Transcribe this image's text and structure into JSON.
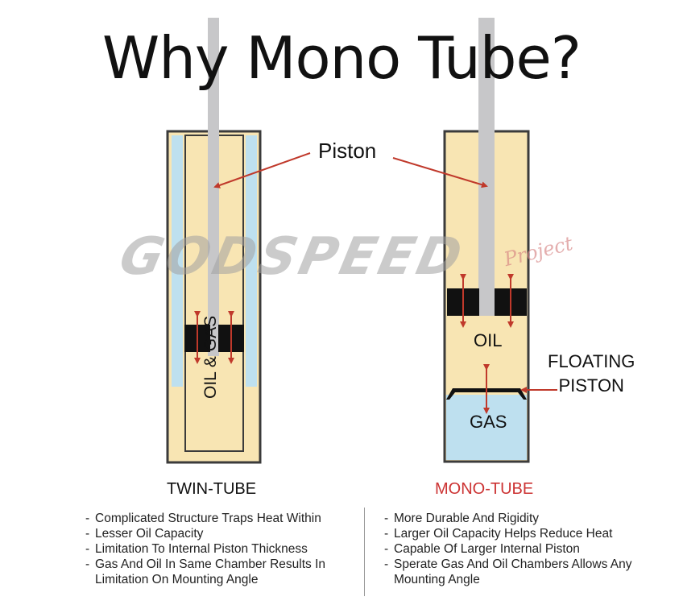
{
  "title": "Why Mono Tube?",
  "watermark": {
    "main": "GODSPEED",
    "sub": "Project"
  },
  "labels": {
    "piston": "Piston",
    "oil_and_gas": "OIL & GAS",
    "oil": "OIL",
    "floating_piston": "FLOATING\nPISTON",
    "gas": "GAS"
  },
  "captions": {
    "twin": "TWIN-TUBE",
    "mono": "MONO-TUBE"
  },
  "twin_tube_points": [
    "Complicated Structure Traps Heat Within",
    "Lesser Oil Capacity",
    "Limitation To Internal Piston Thickness",
    "Gas And Oil In Same Chamber Results In Limitation On Mounting Angle"
  ],
  "mono_tube_points": [
    "More Durable And Rigidity",
    "Larger Oil Capacity Helps Reduce Heat",
    "Capable Of Larger Internal Piston",
    "Sperate Gas And Oil Chambers Allows Any Mounting Angle"
  ],
  "colors": {
    "oil": "#f8e5b3",
    "gas": "#bee0ef",
    "rod": "#c7c7c9",
    "tube_wall": "#3b3b3b",
    "arrow": "#c0392b",
    "mono_caption": "#cc3333"
  }
}
